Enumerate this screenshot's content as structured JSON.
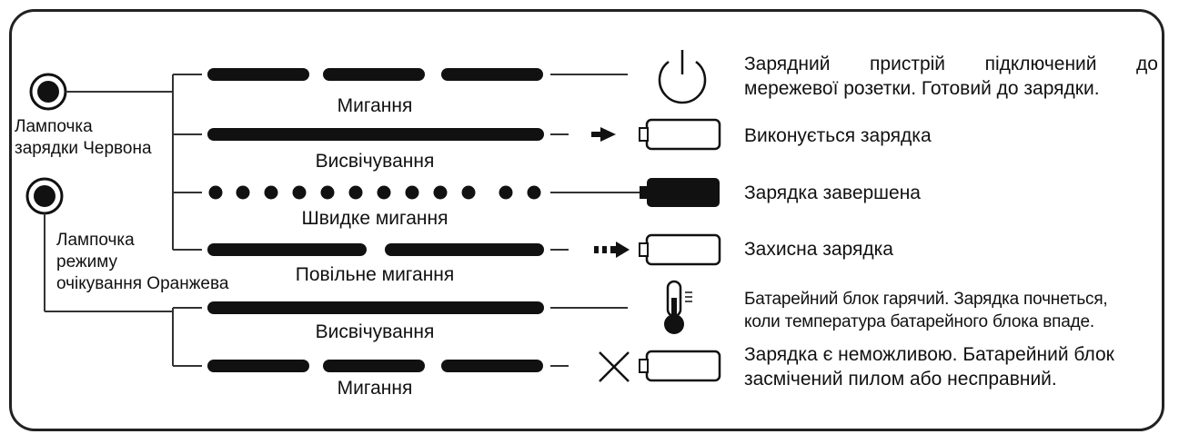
{
  "lamps": {
    "red": {
      "label": "Лампочка\nзарядки Червона"
    },
    "orange": {
      "label": "Лампочка\nрежиму\nочікування Оранжева"
    }
  },
  "rows": [
    {
      "pattern": "Мигання",
      "line_style": "dashed-long",
      "icon": "power-icon",
      "desc_line1": "Зарядний пристрій підключений до",
      "desc_line2": "мережевої розетки. Готовий до зарядки."
    },
    {
      "pattern": "Висвічування",
      "line_style": "solid",
      "icon": "battery-charging-icon",
      "desc_line1": "Виконується зарядка",
      "desc_line2": ""
    },
    {
      "pattern": "Швидке мигання",
      "line_style": "dots",
      "icon": "battery-full-icon",
      "desc_line1": "Зарядка завершена",
      "desc_line2": ""
    },
    {
      "pattern": "Повільне мигання",
      "line_style": "dashed-two",
      "icon": "battery-protective-icon",
      "desc_line1": "Захисна зарядка",
      "desc_line2": ""
    },
    {
      "pattern": "Висвічування",
      "line_style": "solid",
      "icon": "thermometer-icon",
      "desc_line1": "Батарейний блок гарячий. Зарядка почнеться,",
      "desc_line2": "коли температура батарейного блока впаде."
    },
    {
      "pattern": "Мигання",
      "line_style": "dashed-long",
      "icon": "battery-error-icon",
      "desc_line1": "Зарядка є неможливою. Батарейний блок",
      "desc_line2": "засмічений пилом або несправний."
    }
  ]
}
